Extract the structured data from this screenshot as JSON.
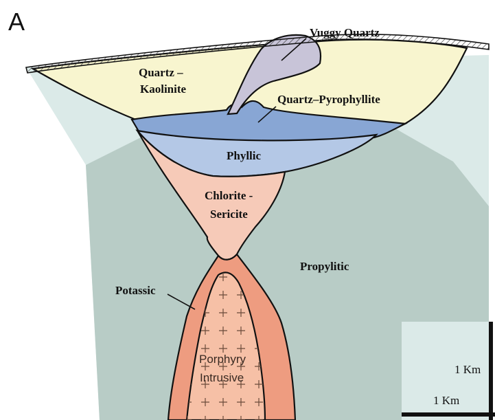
{
  "panel_label": "A",
  "zones": {
    "vuggy_quartz": "Vuggy Quartz",
    "quartz_kaolinite_line1": "Quartz –",
    "quartz_kaolinite_line2": "Kaolinite",
    "quartz_pyrophyllite": "Quartz–Pyrophyllite",
    "phyllic": "Phyllic",
    "chlorite_sericite_line1": "Chlorite -",
    "chlorite_sericite_line2": "Sericite",
    "propylitic": "Propylitic",
    "potassic": "Potassic",
    "porphyry_line1": "Porphyry",
    "porphyry_line2": "Intrusive"
  },
  "scale_bar": {
    "vertical_label": "1 Km",
    "horizontal_label": "1 Km"
  },
  "colors": {
    "background_host_rock": "#dbeae8",
    "propylitic": "#b8ccc6",
    "quartz_kaolinite": "#f8f5cf",
    "vuggy_quartz": "#c8c4d8",
    "quartz_pyrophyllite": "#88a6d4",
    "phyllic": "#b4c8e6",
    "chlorite_sericite": "#f6cab8",
    "potassic": "#ee9c80",
    "porphyry_intrusive": "#f6c0a6",
    "outline": "#111111"
  }
}
